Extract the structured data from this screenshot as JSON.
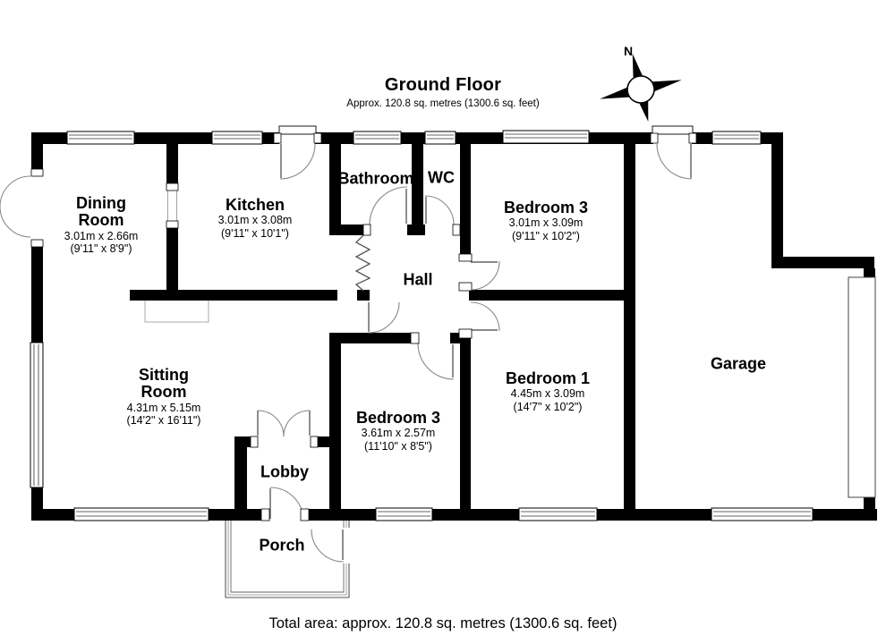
{
  "title": {
    "heading": "Ground Floor",
    "subtitle": "Approx. 120.8 sq. metres (1300.6 sq. feet)"
  },
  "footer": {
    "total_area": "Total area: approx. 120.8 sq. metres (1300.6 sq. feet)"
  },
  "compass": {
    "label": "N"
  },
  "colors": {
    "wall": "#000000",
    "background": "#ffffff",
    "door_arc": "#888888"
  },
  "rooms": {
    "dining": {
      "name": "Dining Room",
      "size_m": "3.01m x 2.66m",
      "size_ft": "(9'11\" x 8'9\")"
    },
    "kitchen": {
      "name": "Kitchen",
      "size_m": "3.01m x 3.08m",
      "size_ft": "(9'11\" x 10'1\")"
    },
    "bathroom": {
      "name": "Bathroom"
    },
    "wc": {
      "name": "WC"
    },
    "bedroom3_top": {
      "name": "Bedroom 3",
      "size_m": "3.01m x 3.09m",
      "size_ft": "(9'11\" x 10'2\")"
    },
    "hall": {
      "name": "Hall"
    },
    "sitting": {
      "name": "Sitting Room",
      "size_m": "4.31m x 5.15m",
      "size_ft": "(14'2\" x 16'11\")"
    },
    "bedroom3_mid": {
      "name": "Bedroom 3",
      "size_m": "3.61m x 2.57m",
      "size_ft": "(11'10\" x 8'5\")"
    },
    "bedroom1": {
      "name": "Bedroom 1",
      "size_m": "4.45m x 3.09m",
      "size_ft": "(14'7\" x 10'2\")"
    },
    "garage": {
      "name": "Garage"
    },
    "lobby": {
      "name": "Lobby"
    },
    "porch": {
      "name": "Porch"
    }
  }
}
